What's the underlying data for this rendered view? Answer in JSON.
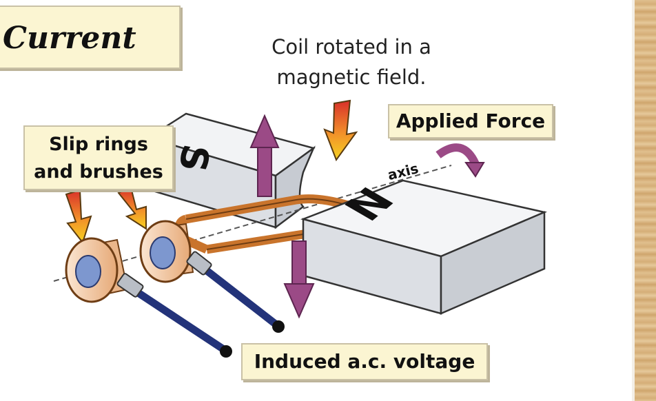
{
  "title": "Current",
  "caption": {
    "line1": "Coil rotated in a",
    "line2": "magnetic field."
  },
  "labels": {
    "slip_line1": "Slip rings",
    "slip_line2": "and brushes",
    "applied_force": "Applied Force",
    "induced_voltage": "Induced a.c. voltage",
    "axis": "axis",
    "pole_s": "S",
    "pole_n": "N"
  },
  "colors": {
    "label_bg": "#fbf5d2",
    "force_arrow": "#9b4a86",
    "copper": "#c9742c",
    "lead_wire": "#23337a",
    "magnet_face": "#dfe2e7",
    "pointer_arrow_top": "#d8312a",
    "pointer_arrow_bottom": "#f6d221"
  }
}
